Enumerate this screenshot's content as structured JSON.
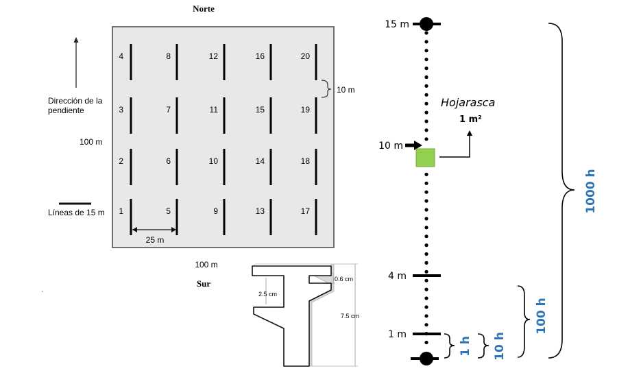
{
  "plot": {
    "north_label": "Norte",
    "south_label": "Sur",
    "side_label_left": "100 m",
    "side_label_bottom": "100 m",
    "slope_label_line1": "Dirección de la",
    "slope_label_line2": "pendiente",
    "legend_line_label": "Líneas de 15 m",
    "spacing_vertical_label": "10 m",
    "spacing_horizontal_label": "25 m",
    "transects": [
      {
        "id": "1",
        "col": 0,
        "row": 0
      },
      {
        "id": "2",
        "col": 0,
        "row": 1
      },
      {
        "id": "3",
        "col": 0,
        "row": 2
      },
      {
        "id": "4",
        "col": 0,
        "row": 3
      },
      {
        "id": "5",
        "col": 1,
        "row": 0
      },
      {
        "id": "6",
        "col": 1,
        "row": 1
      },
      {
        "id": "7",
        "col": 1,
        "row": 2
      },
      {
        "id": "8",
        "col": 1,
        "row": 3
      },
      {
        "id": "9",
        "col": 2,
        "row": 0
      },
      {
        "id": "10",
        "col": 2,
        "row": 1
      },
      {
        "id": "11",
        "col": 2,
        "row": 2
      },
      {
        "id": "12",
        "col": 2,
        "row": 3
      },
      {
        "id": "13",
        "col": 3,
        "row": 0
      },
      {
        "id": "14",
        "col": 3,
        "row": 1
      },
      {
        "id": "15",
        "col": 3,
        "row": 2
      },
      {
        "id": "16",
        "col": 3,
        "row": 3
      },
      {
        "id": "17",
        "col": 4,
        "row": 0
      },
      {
        "id": "18",
        "col": 4,
        "row": 1
      },
      {
        "id": "19",
        "col": 4,
        "row": 2
      },
      {
        "id": "20",
        "col": 4,
        "row": 3
      }
    ],
    "colors": {
      "plot_fill": "#e8e8e8",
      "plot_border": "#444444"
    }
  },
  "gauge": {
    "width_label": "2.5 cm",
    "notch_label": "0.6 cm",
    "height_label": "7.5 cm"
  },
  "transect_line": {
    "markers": [
      {
        "label": "15 m",
        "type": "end"
      },
      {
        "label": "10 m",
        "type": "arrow"
      },
      {
        "label": "4 m",
        "type": "tick"
      },
      {
        "label": "1 m",
        "type": "tick"
      }
    ],
    "litter_label": "Hojarasca",
    "litter_area_label": "1 m²",
    "fuel_classes": [
      {
        "label": "1 h"
      },
      {
        "label": "10 h"
      },
      {
        "label": "100 h"
      },
      {
        "label": "1000 h"
      }
    ],
    "colors": {
      "quadrat": "#92d050",
      "quadrat_border": "#7aa83a",
      "fuel_label": "#2e75b6"
    }
  }
}
